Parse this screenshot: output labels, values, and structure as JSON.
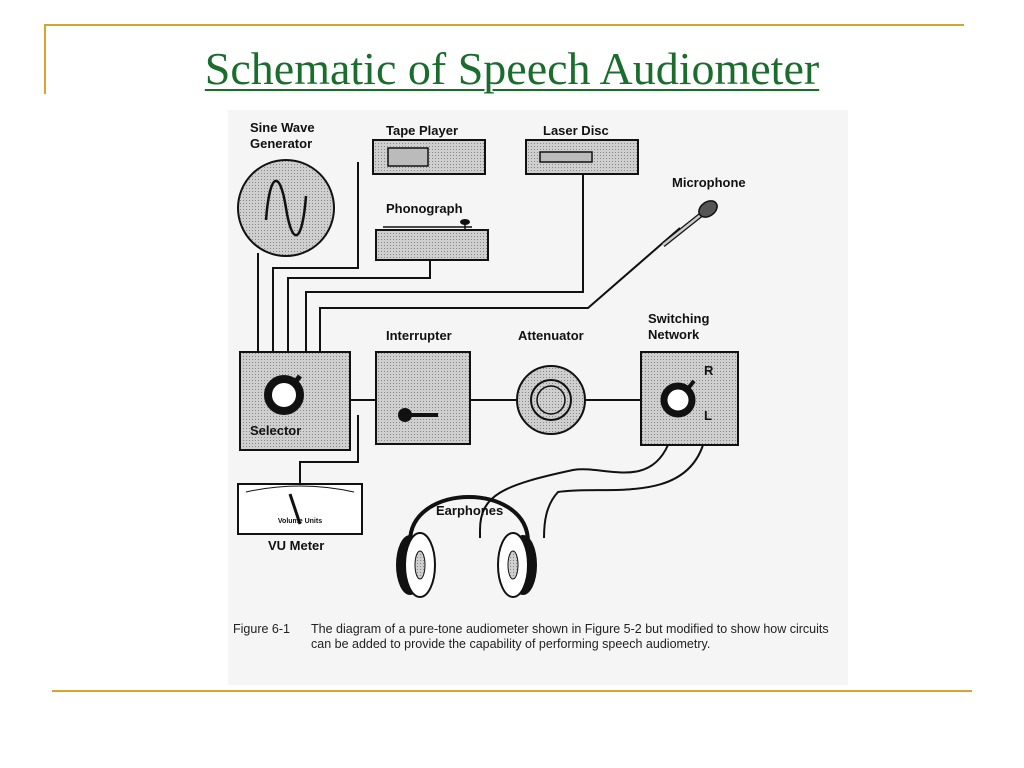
{
  "slide": {
    "title": "Schematic of Speech Audiometer",
    "accent_color": "#d6a531",
    "title_color": "#1a6d2c"
  },
  "diagram": {
    "labels": {
      "sine_wave_generator_line1": "Sine Wave",
      "sine_wave_generator_line2": "Generator",
      "tape_player": "Tape Player",
      "laser_disc": "Laser Disc",
      "microphone": "Microphone",
      "phonograph": "Phonograph",
      "interrupter": "Interrupter",
      "attenuator": "Attenuator",
      "switching_network_line1": "Switching",
      "switching_network_line2": "Network",
      "selector": "Selector",
      "channel_right": "R",
      "channel_left": "L",
      "vu_meter": "VU Meter",
      "volume_units": "Volume Units",
      "earphones": "Earphones"
    },
    "caption": {
      "label": "Figure 6-1",
      "text": "The diagram of a pure-tone audiometer shown in Figure 5-2 but modified to show how circuits can be added to provide the capability of performing speech audiometry."
    }
  }
}
